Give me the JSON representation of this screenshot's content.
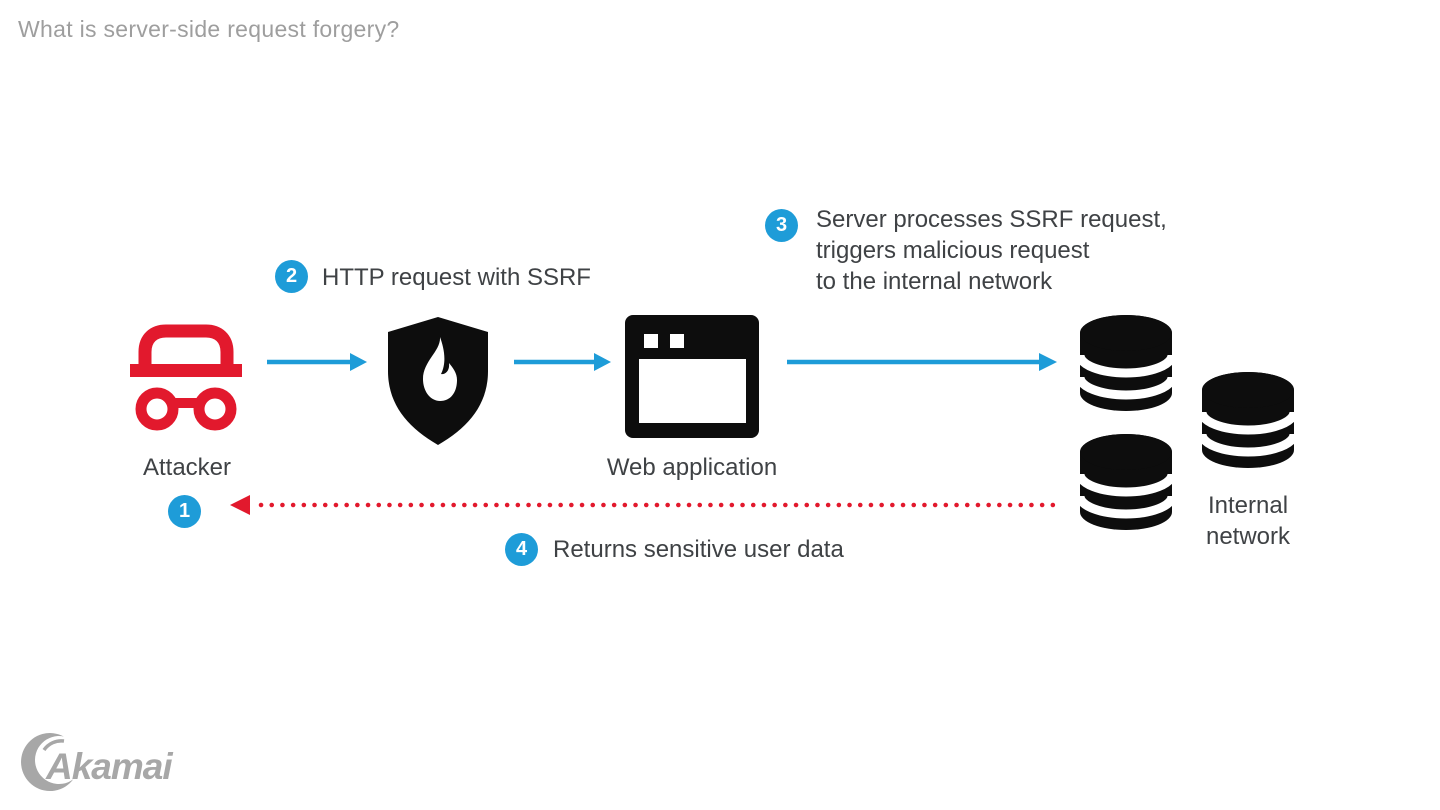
{
  "title": "What is server-side request forgery?",
  "colors": {
    "accent_red": "#E2192D",
    "accent_blue": "#1E9CD8",
    "icon_black": "#0D0D0D",
    "text_dark": "#3F4245",
    "title_gray": "#9E9E9E",
    "logo_gray": "#A7A7A7"
  },
  "nodes": {
    "attacker": {
      "label": "Attacker",
      "icon": "incognito-attacker-icon"
    },
    "firewall": {
      "icon": "shield-flame-icon"
    },
    "web_application": {
      "label": "Web application",
      "icon": "browser-window-icon"
    },
    "internal_network": {
      "label_lines": [
        "Internal",
        "network"
      ],
      "icon": "database-stack-icon"
    }
  },
  "steps": {
    "step1": {
      "number": "1"
    },
    "step2": {
      "number": "2",
      "text": "HTTP request with SSRF"
    },
    "step3": {
      "number": "3",
      "lines": [
        "Server processes SSRF request,",
        "triggers malicious request",
        "to the internal network"
      ]
    },
    "step4": {
      "number": "4",
      "text": "Returns sensitive user data"
    }
  },
  "logo": {
    "text": "Akamai"
  }
}
